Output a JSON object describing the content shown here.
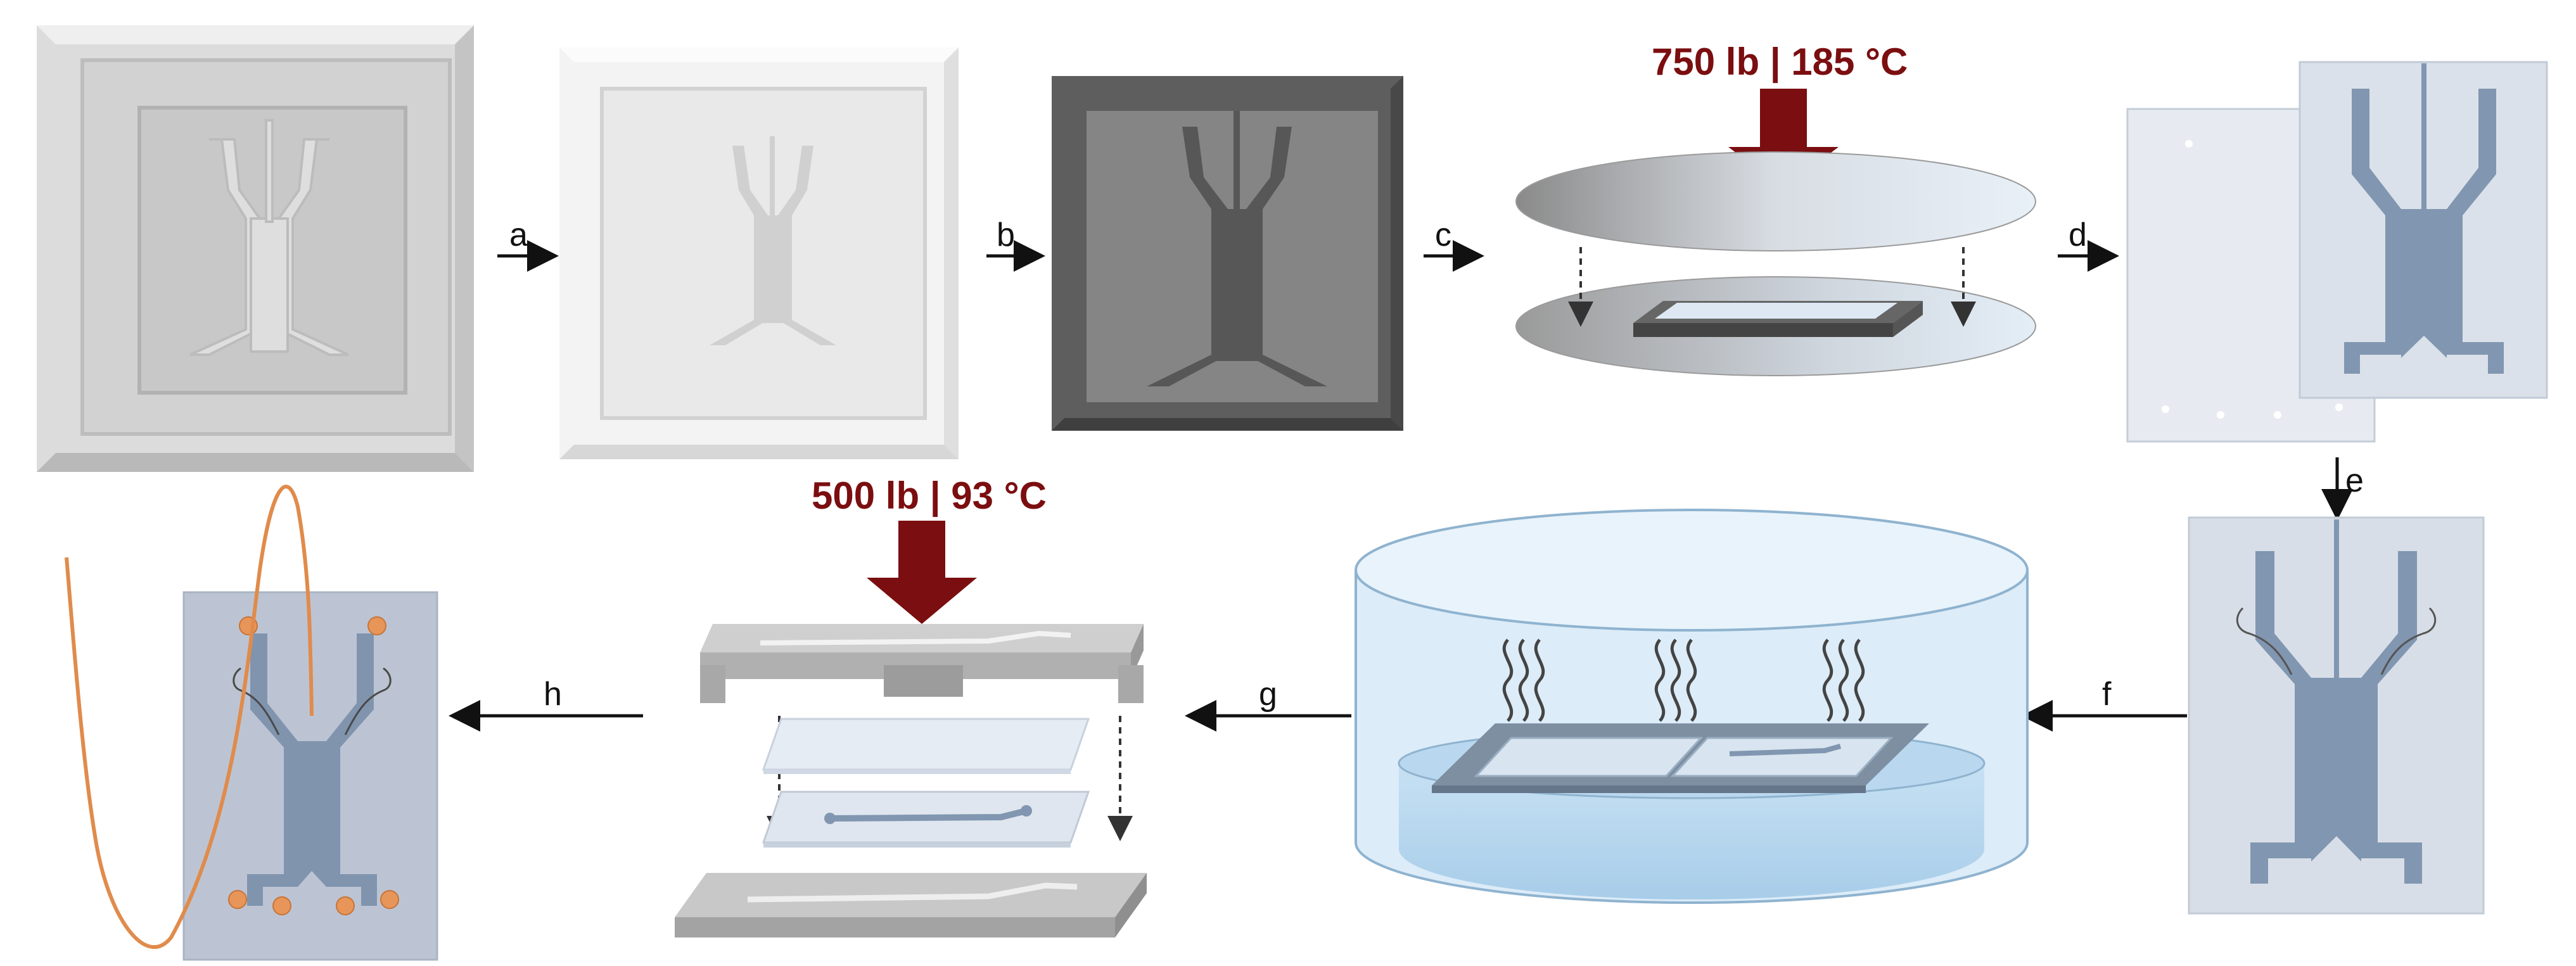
{
  "step_labels": {
    "a": "a",
    "b": "b",
    "c": "c",
    "d": "d",
    "e": "e",
    "f": "f",
    "g": "g",
    "h": "h"
  },
  "press_top": "750 lb | 185 °C",
  "press_bottom": "500 lb | 93 °C",
  "colors": {
    "force": "#7b0e10",
    "channel": "#7e93ad",
    "film": "#dde3ec",
    "tube": "#e08b4c",
    "mold_light": "#e6e6e6",
    "mold_dark": "#595959",
    "water": "#b5d6ee"
  }
}
